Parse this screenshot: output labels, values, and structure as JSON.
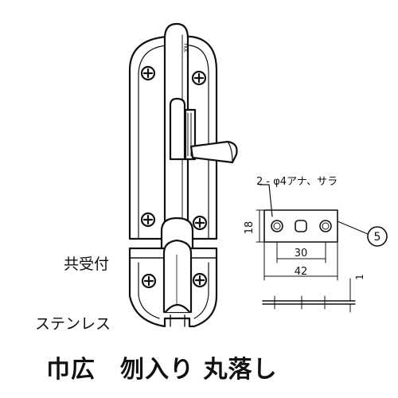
{
  "caption": {
    "accessory": "共受付",
    "material": "ステンレス",
    "product_name": "巾広　刎入り 丸落し"
  },
  "detail": {
    "hole_spec": "2 - φ4アナ、サラ",
    "dim_height": "18",
    "dim_pitch": "30",
    "dim_width": "42",
    "dim_thickness": "1",
    "callout": "5"
  },
  "brand_mark": "YKK"
}
